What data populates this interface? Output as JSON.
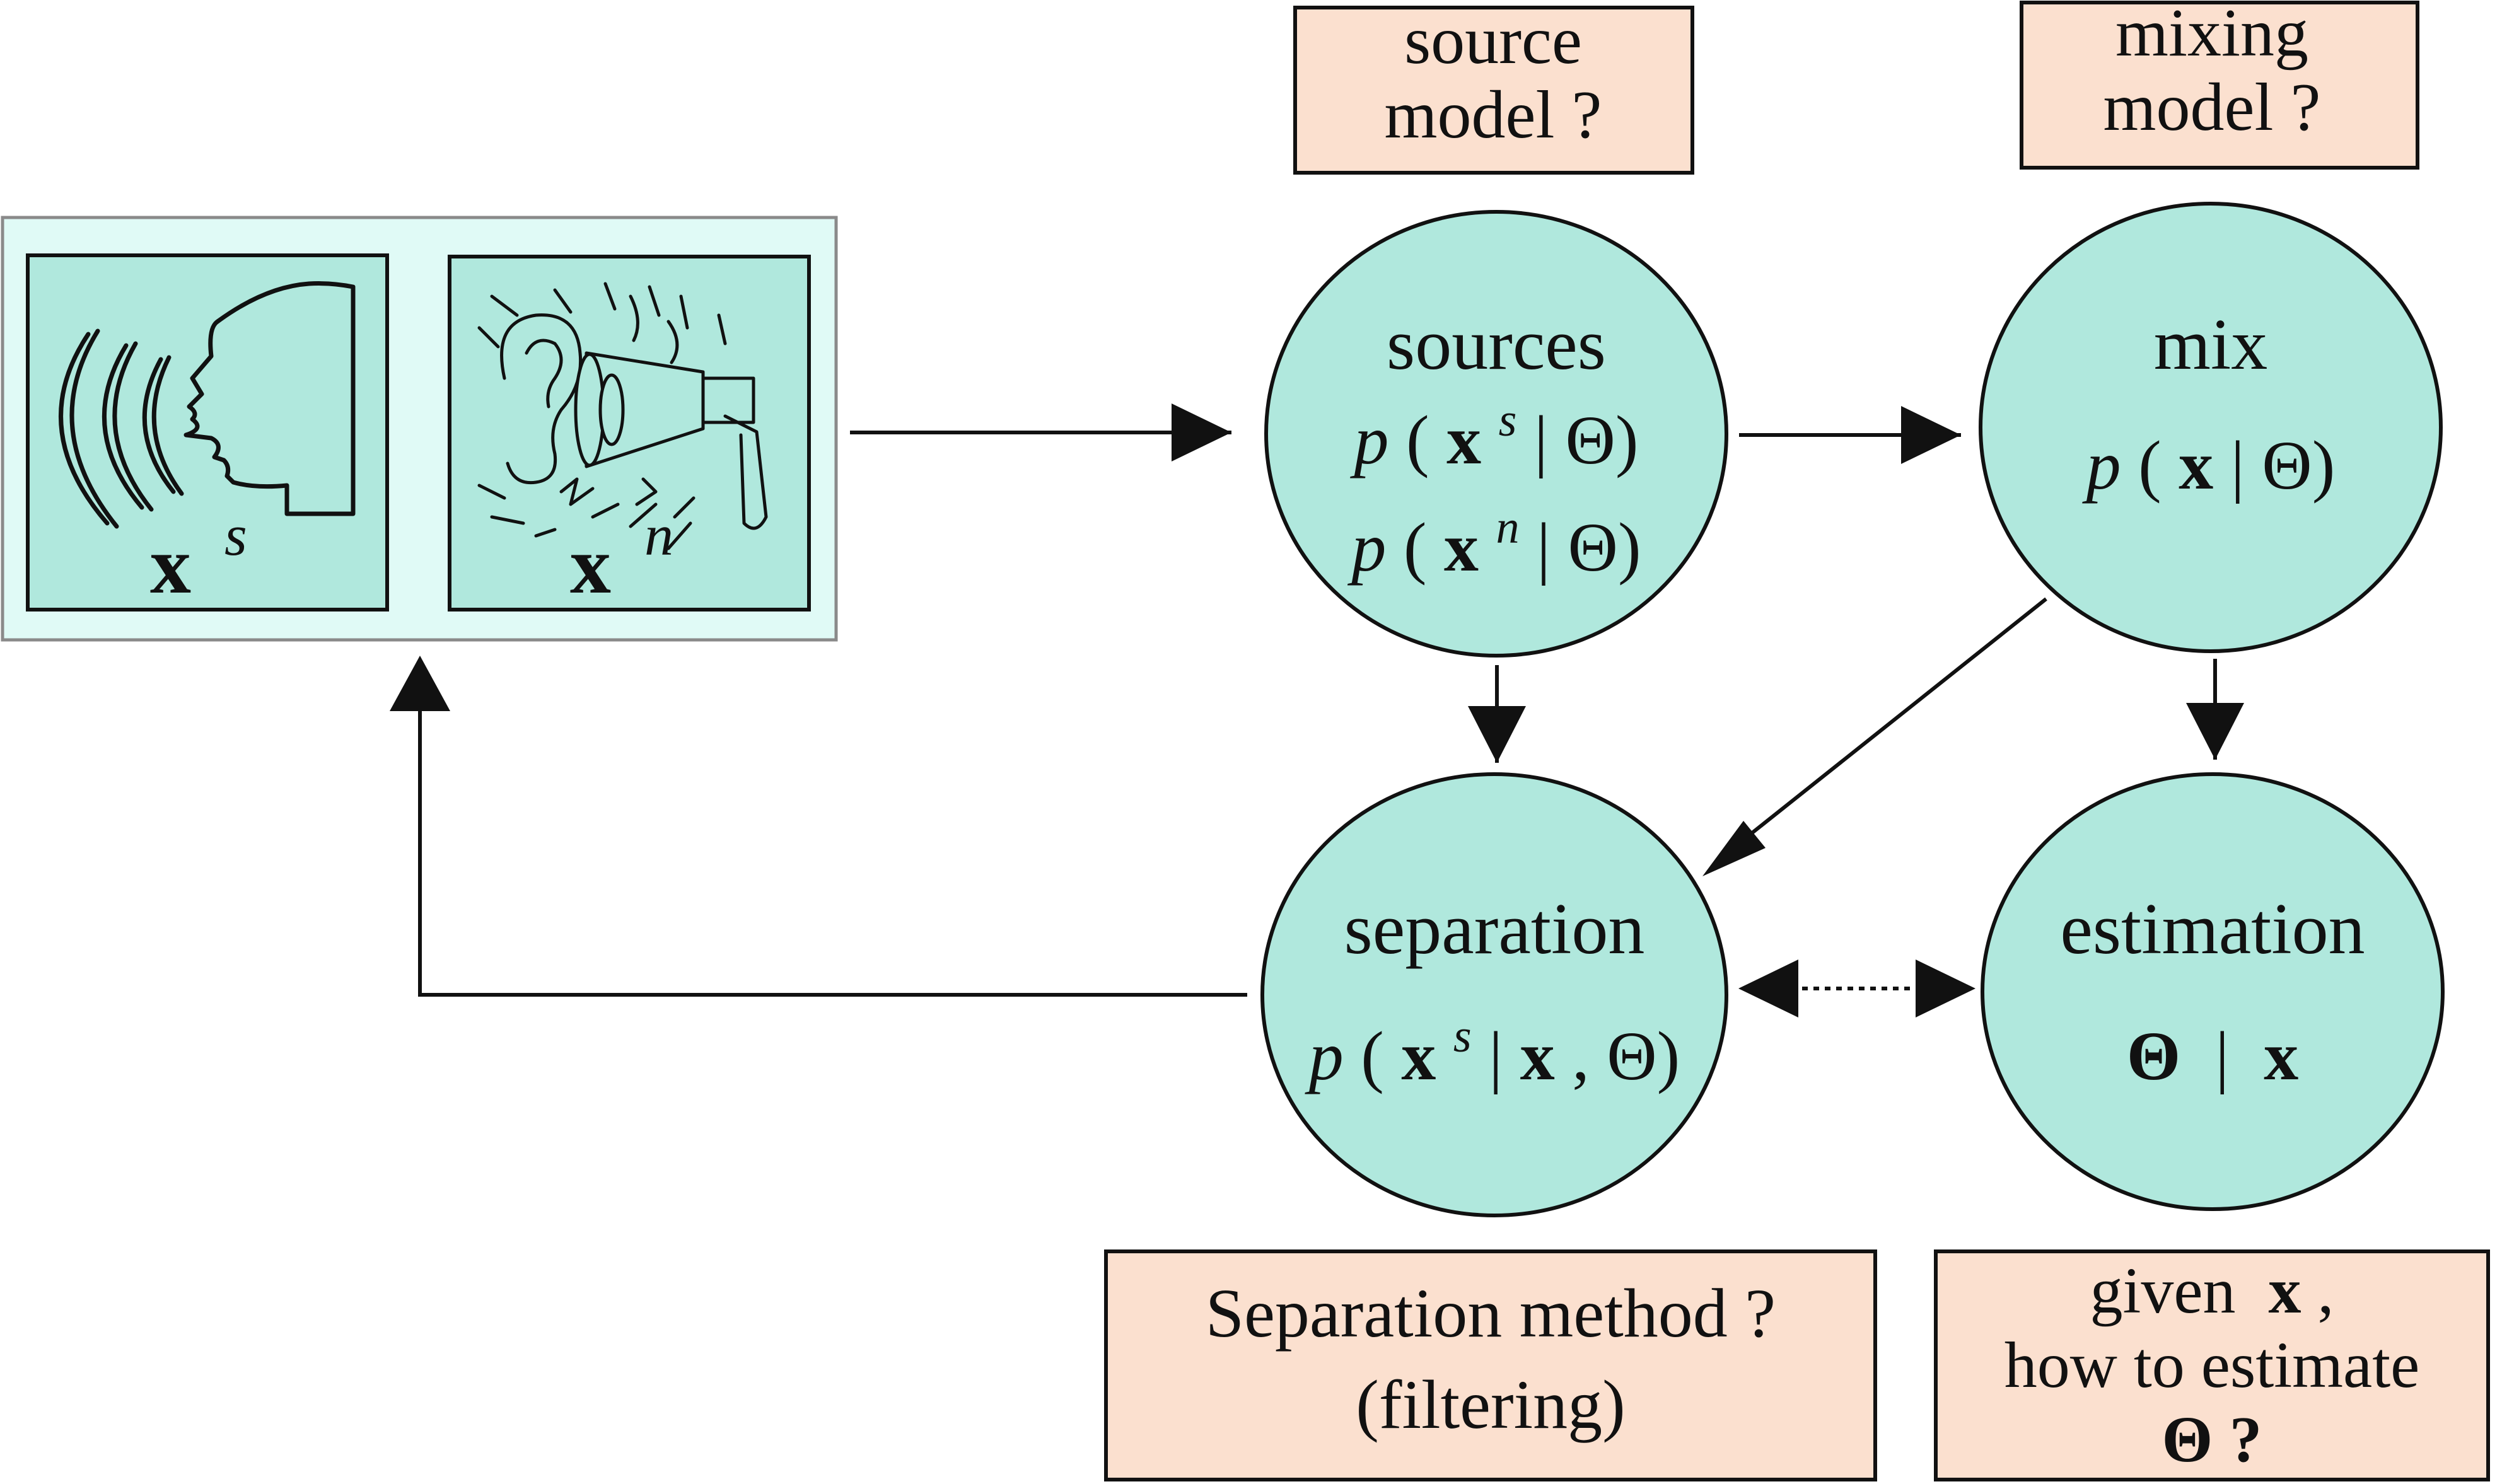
{
  "colors": {
    "node_fill": "#b0e8dd",
    "panel_fill": "#e0faf6",
    "note_fill": "#fbe0cf",
    "stroke": "#111111"
  },
  "signals_panel": {
    "speech": {
      "icon": "speaking-head-icon",
      "symbol": "x",
      "superscript": "s"
    },
    "noise": {
      "icon": "ear-megaphone-noise-icon",
      "symbol": "x",
      "superscript": "n"
    }
  },
  "nodes": {
    "sources": {
      "title": "sources",
      "eq1": {
        "p": "p",
        "open": "(",
        "x": "x",
        "sup": "s",
        "rest": "| Θ)"
      },
      "eq2": {
        "p": "p",
        "open": "(",
        "x": "x",
        "sup": "n",
        "rest": "| Θ)"
      }
    },
    "mix": {
      "title": "mix",
      "eq": {
        "p": "p",
        "open": "(",
        "x": "x",
        "rest": " | Θ)"
      }
    },
    "separation": {
      "title": "separation",
      "eq": {
        "p": "p",
        "open": "(",
        "x": "x",
        "sup": "s",
        "mid": "| ",
        "x2": "x",
        "rest": ", Θ)"
      }
    },
    "estimation": {
      "title": "estimation",
      "eq": {
        "theta": "Θ",
        "bar": " | ",
        "x": "x"
      }
    }
  },
  "notes": {
    "source_model": [
      "source",
      "model ?"
    ],
    "mixing_model": [
      "mixing",
      "model ?"
    ],
    "separation_method": [
      "Separation method ?",
      "(filtering)"
    ],
    "how_to_estimate": {
      "line1_prefix": "given ",
      "line1_x": "x",
      "line1_suffix": ",",
      "line2": "how to estimate",
      "line3": "Θ ?"
    }
  }
}
